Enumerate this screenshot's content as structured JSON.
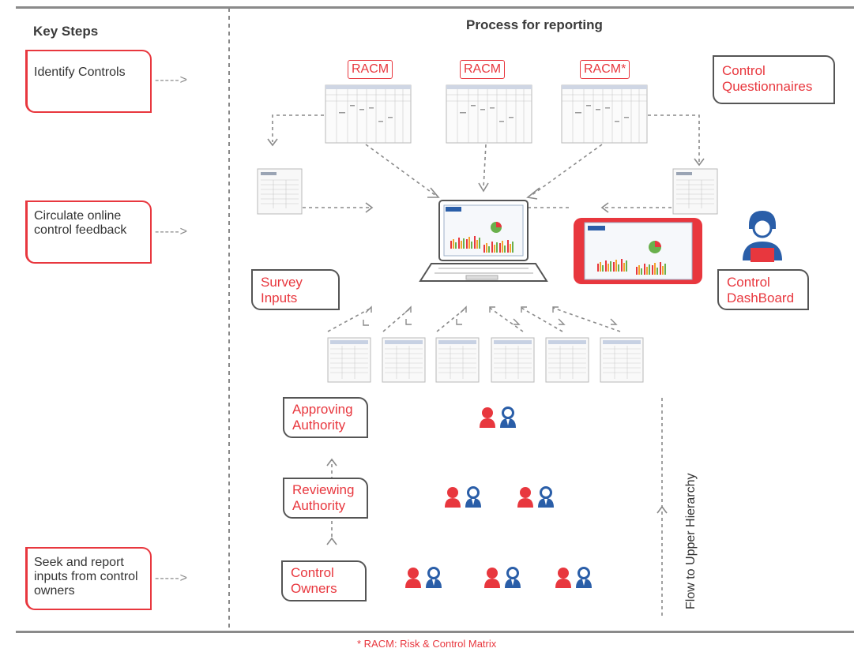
{
  "headers": {
    "key_steps": "Key Steps",
    "process": "Process for reporting"
  },
  "steps": [
    {
      "label": "Identify Controls"
    },
    {
      "label": "Circulate online control feedback"
    },
    {
      "label": "Seek and report inputs from control owners"
    }
  ],
  "racm": {
    "items": [
      "RACM",
      "RACM",
      "RACM*"
    ]
  },
  "boxes": {
    "control_questionnaires": "Control Questionnaires",
    "survey_inputs": "Survey Inputs",
    "control_dashboard": "Control DashBoard"
  },
  "hierarchy": {
    "approving": "Approving Authority",
    "reviewing": "Reviewing Authority",
    "owners": "Control Owners",
    "flow_label": "Flow to Upper Hierarchy"
  },
  "footnote": "* RACM: Risk & Control Matrix",
  "colors": {
    "accent_red": "#e8373e",
    "accent_blue": "#2a5ea8",
    "line_gray": "#8a8a8a"
  },
  "icons": [
    "document-icon",
    "laptop-icon",
    "tablet-icon",
    "user-icon",
    "people-pair-icon",
    "arrow-icon"
  ]
}
